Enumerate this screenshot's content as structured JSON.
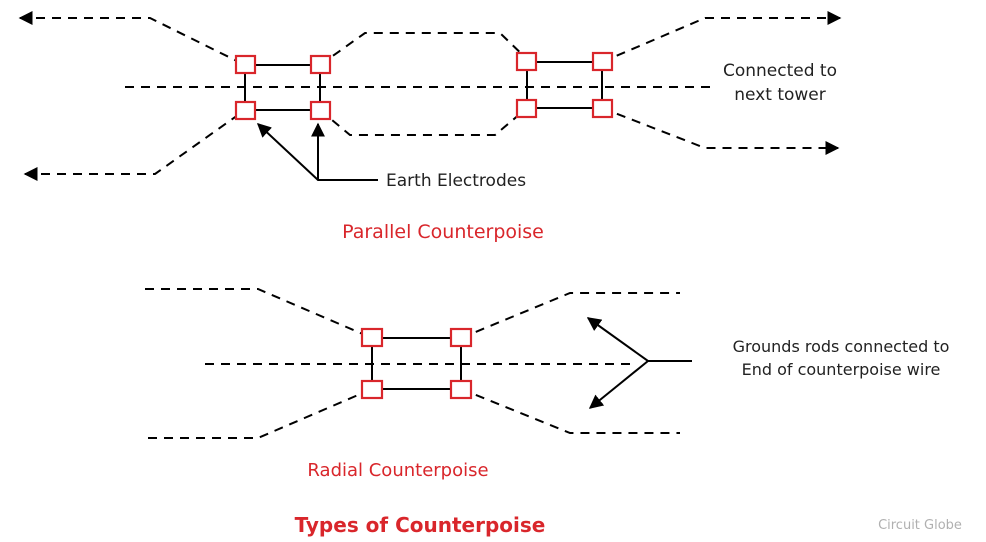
{
  "colors": {
    "electrode": "#d9262b",
    "caption": "#d9262b",
    "line": "#000000",
    "watermark": "#b0b0b0"
  },
  "parallel": {
    "connected_label_line1": "Connected to",
    "connected_label_line2": "next tower",
    "electrodes_label": "Earth Electrodes",
    "caption": "Parallel Counterpoise"
  },
  "radial": {
    "grounds_label_line1": "Grounds rods connected to",
    "grounds_label_line2": "End of counterpoise wire",
    "caption": "Radial Counterpoise"
  },
  "title": "Types of Counterpoise",
  "watermark": "Circuit Globe"
}
